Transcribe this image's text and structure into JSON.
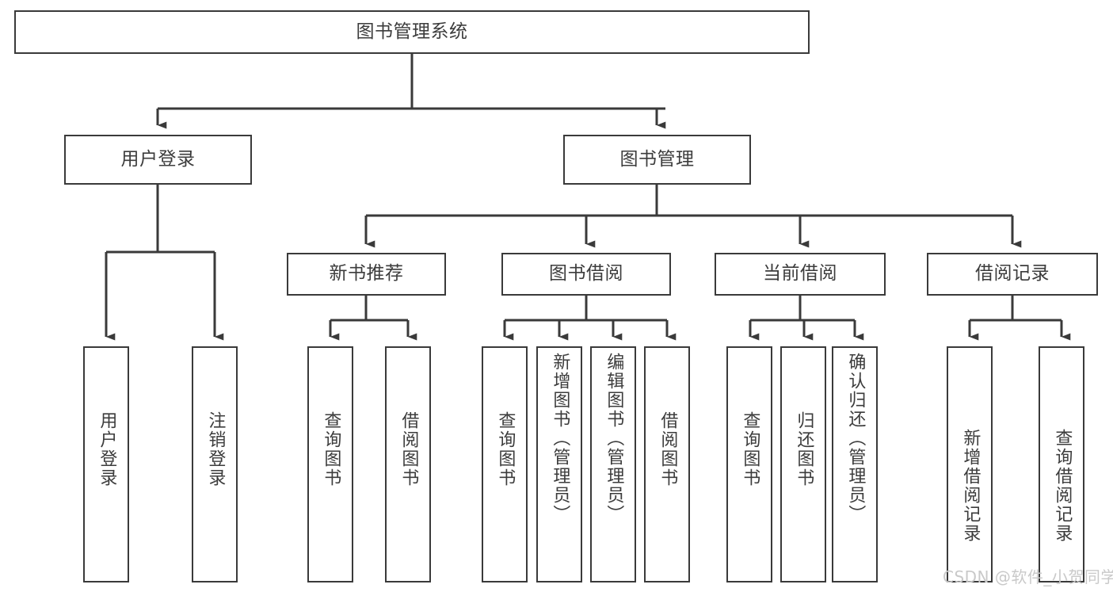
{
  "diagram": {
    "type": "tree-hierarchy",
    "title": "图书管理系统",
    "orientation": "top-down",
    "colors": {
      "box_border": "#3a3a3a",
      "box_fill": "#ffffff",
      "connector": "#3a3a3a",
      "text": "#3c3c3c",
      "watermark": "#c9c9c9",
      "background": "#ffffff"
    }
  },
  "nodes": {
    "root": {
      "label": "图书管理系统"
    },
    "level2": [
      {
        "id": "user-login",
        "label": "用户登录"
      },
      {
        "id": "book-manage",
        "label": "图书管理"
      }
    ],
    "level3": [
      {
        "id": "new-book-recommend",
        "label": "新书推荐"
      },
      {
        "id": "book-borrow",
        "label": "图书借阅"
      },
      {
        "id": "current-borrow",
        "label": "当前借阅"
      },
      {
        "id": "borrow-record",
        "label": "借阅记录"
      }
    ],
    "leaves": {
      "user_login": [
        {
          "id": "leaf-user-login",
          "label": "用户登录"
        },
        {
          "id": "leaf-logout-login",
          "label": "注销登录"
        }
      ],
      "new_book_recommend": [
        {
          "id": "leaf-query-book-1",
          "label": "查询图书"
        },
        {
          "id": "leaf-borrow-book-1",
          "label": "借阅图书"
        }
      ],
      "book_borrow": [
        {
          "id": "leaf-query-book-2",
          "label": "查询图书"
        },
        {
          "id": "leaf-add-book",
          "label": "新增图书（管理员）"
        },
        {
          "id": "leaf-edit-book",
          "label": "编辑图书（管理员）"
        },
        {
          "id": "leaf-borrow-book-2",
          "label": "借阅图书"
        }
      ],
      "current_borrow": [
        {
          "id": "leaf-query-book-3",
          "label": "查询图书"
        },
        {
          "id": "leaf-return-book",
          "label": "归还图书"
        },
        {
          "id": "leaf-confirm-return",
          "label": "确认归还（管理员）"
        }
      ],
      "borrow_record": [
        {
          "id": "leaf-add-record",
          "label": "新增借阅记录"
        },
        {
          "id": "leaf-query-record",
          "label": "查询借阅记录"
        }
      ]
    }
  },
  "watermark": {
    "text": "CSDN @软件_小贺同学"
  }
}
